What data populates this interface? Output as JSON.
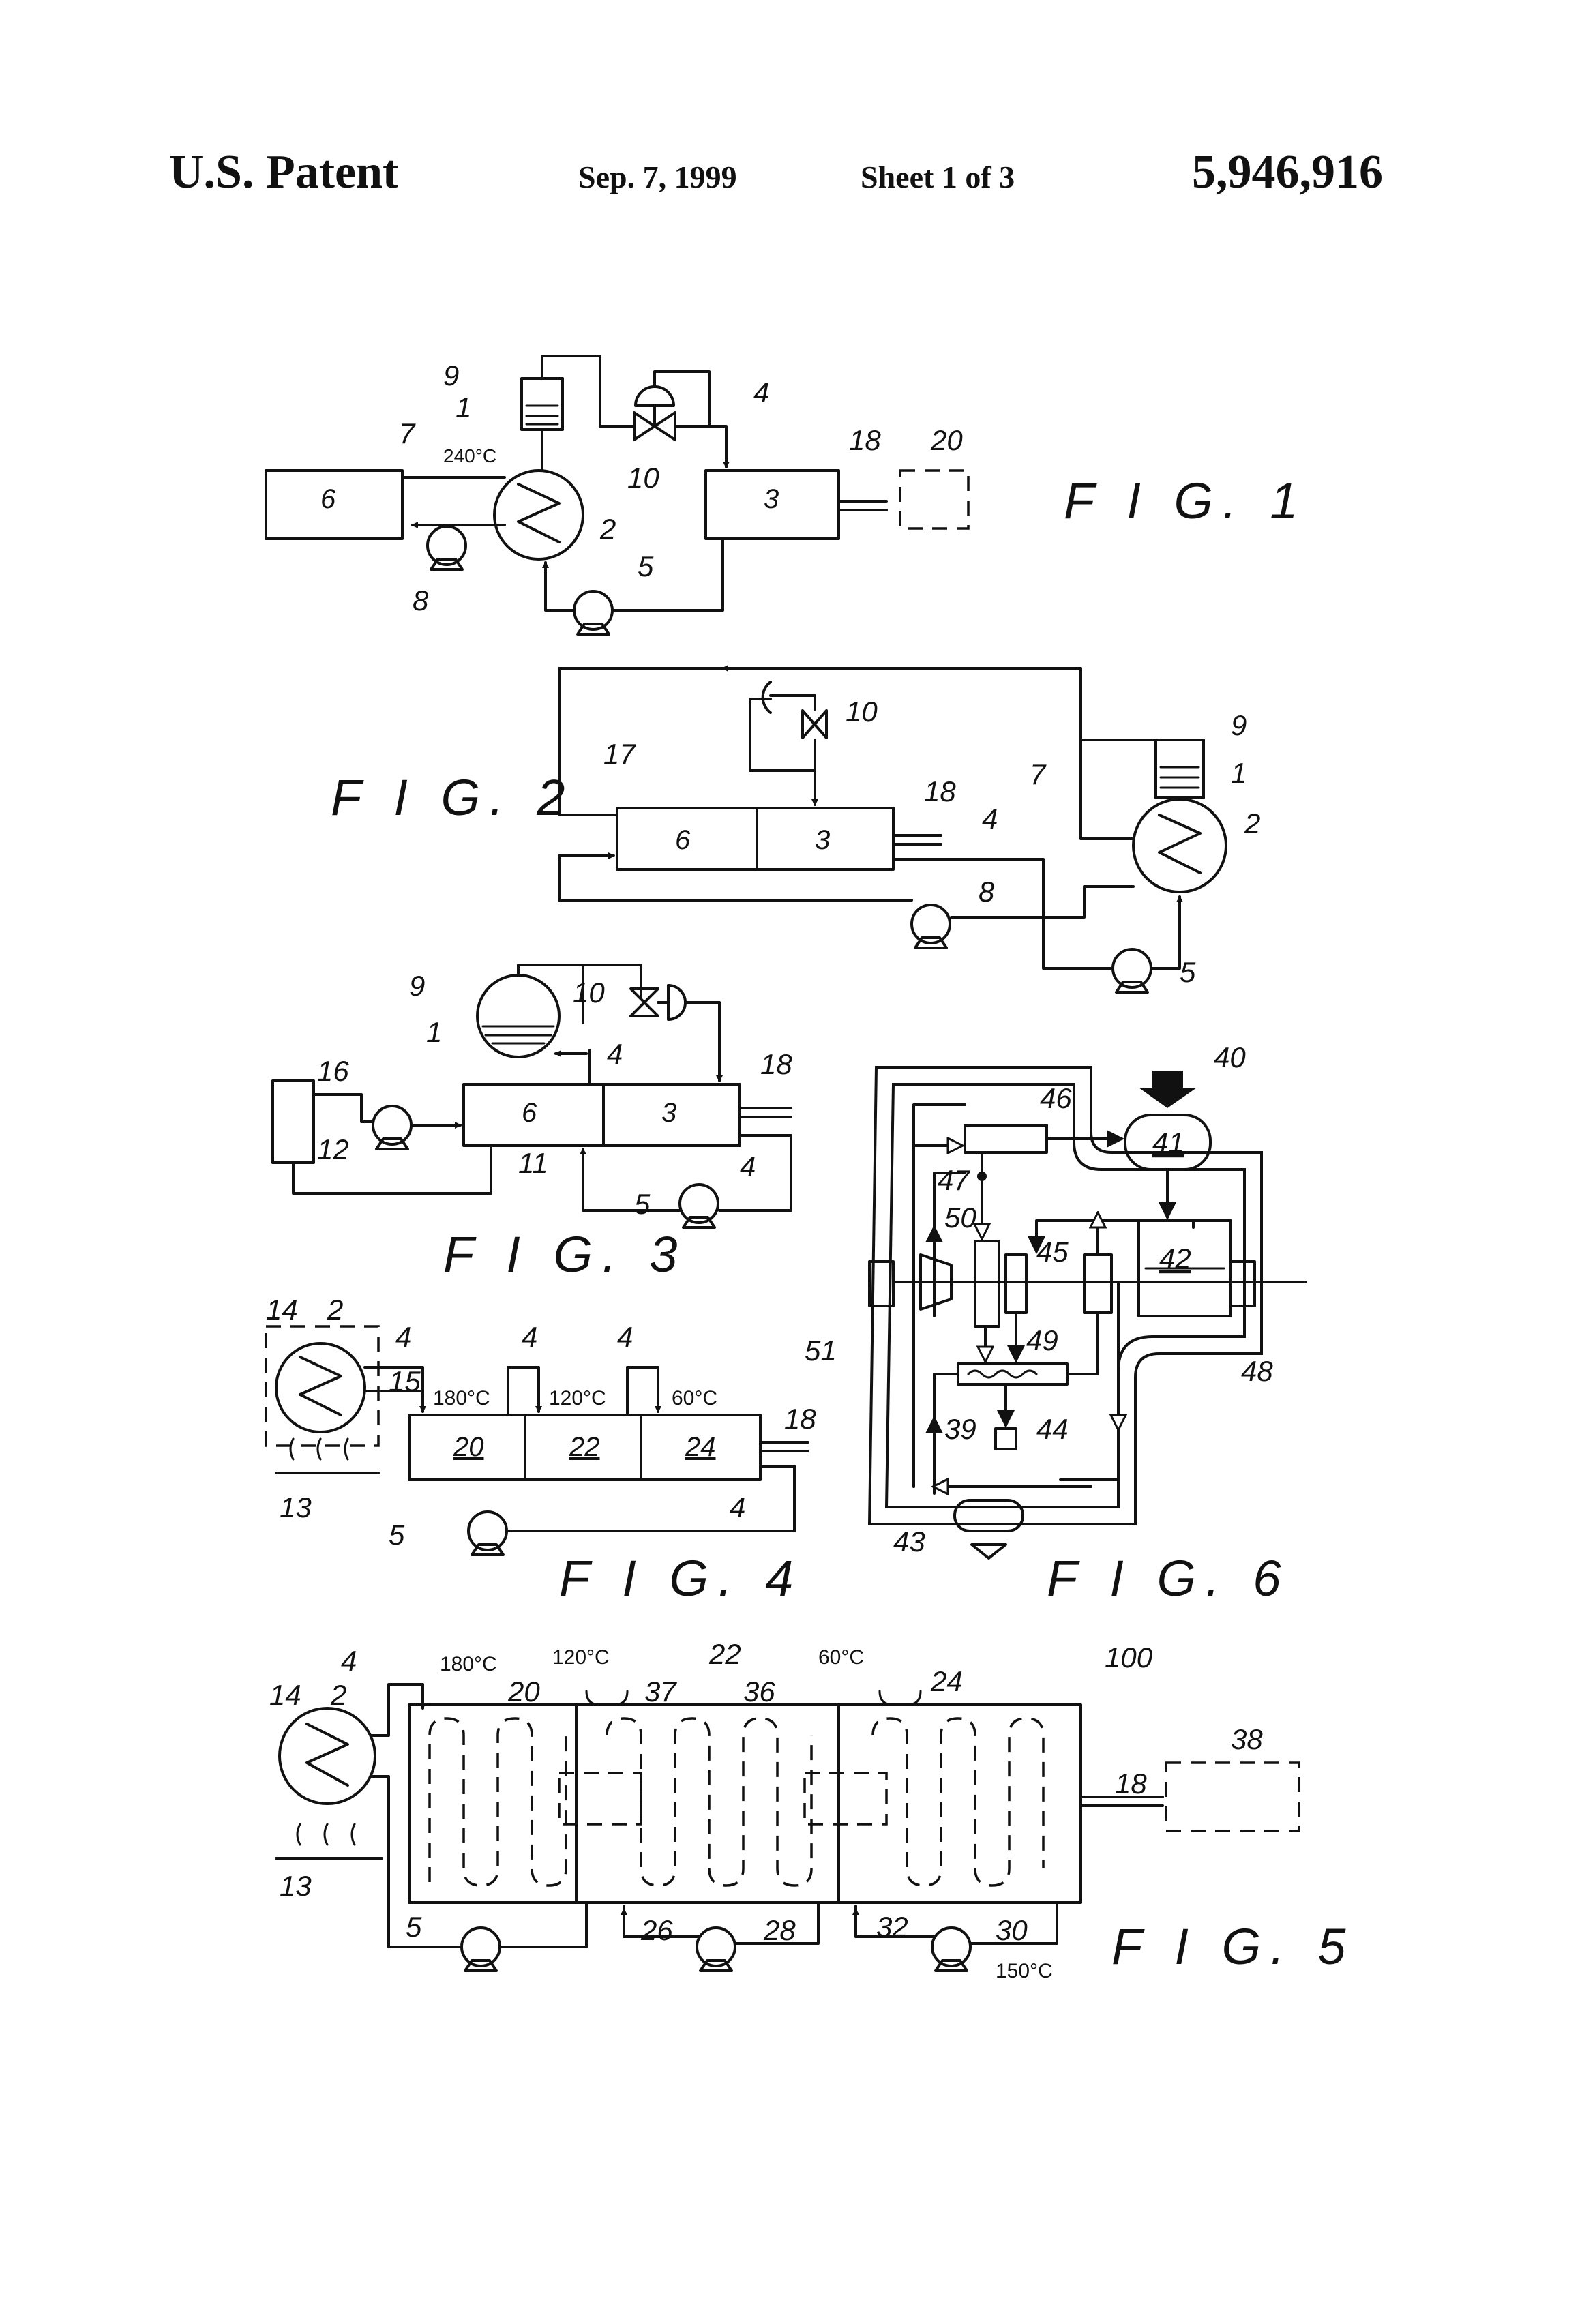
{
  "header": {
    "office": "U.S. Patent",
    "date": "Sep. 7, 1999",
    "sheet": "Sheet 1 of 3",
    "patent_number": "5,946,916"
  },
  "figures": {
    "fig1": {
      "title": "F I G. 1",
      "temp": "240°C",
      "refs": {
        "r1": "1",
        "r2": "2",
        "r3": "3",
        "r4": "4",
        "r5": "5",
        "r6": "6",
        "r7": "7",
        "r8": "8",
        "r9": "9",
        "r10": "10",
        "r18": "18",
        "r20": "20"
      }
    },
    "fig2": {
      "title": "F I G. 2",
      "refs": {
        "r1": "1",
        "r2": "2",
        "r3": "3",
        "r4": "4",
        "r5": "5",
        "r6": "6",
        "r7": "7",
        "r8": "8",
        "r9": "9",
        "r10": "10",
        "r17": "17",
        "r18": "18"
      }
    },
    "fig3": {
      "title": "F I G. 3",
      "refs": {
        "r1": "1",
        "r3": "3",
        "r4a": "4",
        "r4b": "4",
        "r5": "5",
        "r6": "6",
        "r9": "9",
        "r10": "10",
        "r11": "11",
        "r12": "12",
        "r16": "16",
        "r18": "18"
      }
    },
    "fig4": {
      "title": "F I G. 4",
      "temps": {
        "t1": "180°C",
        "t2": "120°C",
        "t3": "60°C"
      },
      "refs": {
        "r2": "2",
        "r4a": "4",
        "r4b": "4",
        "r4c": "4",
        "r4d": "4",
        "r5": "5",
        "r13": "13",
        "r14": "14",
        "r15": "15",
        "r18": "18",
        "r20": "20",
        "r22": "22",
        "r24": "24"
      }
    },
    "fig5": {
      "title": "F I G. 5",
      "temps": {
        "t1": "180°C",
        "t2": "120°C",
        "t3": "60°C",
        "t4": "150°C"
      },
      "refs": {
        "r2": "2",
        "r4": "4",
        "r5": "5",
        "r13": "13",
        "r14": "14",
        "r18": "18",
        "r20": "20",
        "r22": "22",
        "r24": "24",
        "r26": "26",
        "r28": "28",
        "r30": "30",
        "r32": "32",
        "r36": "36",
        "r37": "37",
        "r38": "38",
        "r100": "100"
      }
    },
    "fig6": {
      "title": "F I G. 6",
      "refs": {
        "r39": "39",
        "r40": "40",
        "r41": "41",
        "r42": "42",
        "r43": "43",
        "r44": "44",
        "r45": "45",
        "r46": "46",
        "r47": "47",
        "r48": "48",
        "r49": "49",
        "r50": "50",
        "r51": "51"
      }
    }
  }
}
